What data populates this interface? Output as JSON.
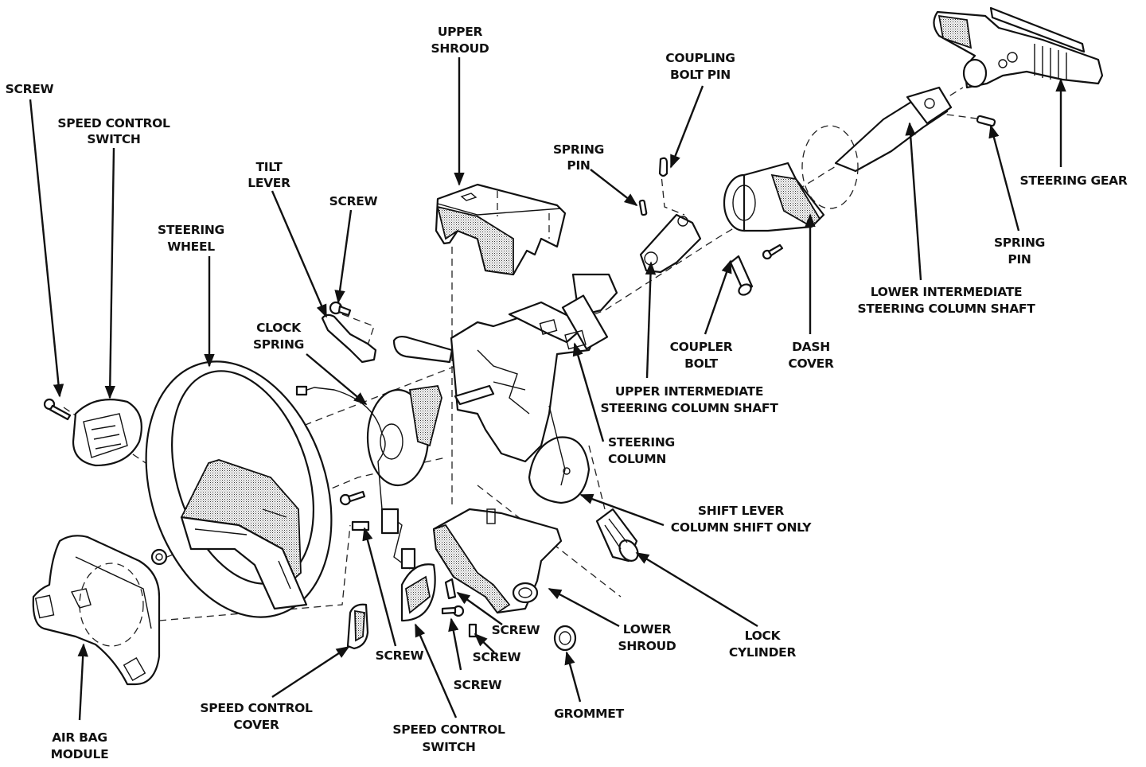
{
  "diagram": {
    "title": "Steering Column Exploded View",
    "labels": [
      {
        "id": "screw-left",
        "lines": [
          "SCREW"
        ]
      },
      {
        "id": "speed-control-switch-left",
        "lines": [
          "SPEED CONTROL",
          "SWITCH"
        ]
      },
      {
        "id": "steering-wheel",
        "lines": [
          "STEERING",
          "WHEEL"
        ]
      },
      {
        "id": "tilt-lever",
        "lines": [
          "TILT",
          "LEVER"
        ]
      },
      {
        "id": "screw-tilt",
        "lines": [
          "SCREW"
        ]
      },
      {
        "id": "upper-shroud",
        "lines": [
          "UPPER",
          "SHROUD"
        ]
      },
      {
        "id": "clock-spring",
        "lines": [
          "CLOCK",
          "SPRING"
        ]
      },
      {
        "id": "spring-pin-upper",
        "lines": [
          "SPRING",
          "PIN"
        ]
      },
      {
        "id": "coupling-bolt-pin",
        "lines": [
          "COUPLING",
          "BOLT PIN"
        ]
      },
      {
        "id": "steering-gear",
        "lines": [
          "STEERING GEAR"
        ]
      },
      {
        "id": "spring-pin-lower",
        "lines": [
          "SPRING",
          "PIN"
        ]
      },
      {
        "id": "lower-intermediate-shaft",
        "lines": [
          "LOWER INTERMEDIATE",
          "STEERING COLUMN  SHAFT"
        ]
      },
      {
        "id": "coupler-bolt",
        "lines": [
          "COUPLER",
          "BOLT"
        ]
      },
      {
        "id": "dash-cover",
        "lines": [
          "DASH",
          "COVER"
        ]
      },
      {
        "id": "upper-intermediate-shaft",
        "lines": [
          "UPPER INTERMEDIATE",
          "STEERING COLUMN  SHAFT"
        ]
      },
      {
        "id": "steering-column",
        "lines": [
          "STEERING",
          "COLUMN"
        ]
      },
      {
        "id": "shift-lever",
        "lines": [
          "SHIFT LEVER",
          "COLUMN  SHIFT ONLY"
        ]
      },
      {
        "id": "lock-cylinder",
        "lines": [
          "LOCK",
          "CYLINDER"
        ]
      },
      {
        "id": "lower-shroud",
        "lines": [
          "LOWER",
          "SHROUD"
        ]
      },
      {
        "id": "grommet",
        "lines": [
          "GROMMET"
        ]
      },
      {
        "id": "screw-a",
        "lines": [
          "SCREW"
        ]
      },
      {
        "id": "screw-b",
        "lines": [
          "SCREW"
        ]
      },
      {
        "id": "screw-c",
        "lines": [
          "SCREW"
        ]
      },
      {
        "id": "screw-d",
        "lines": [
          "SCREW"
        ]
      },
      {
        "id": "speed-control-switch-bottom",
        "lines": [
          "SPEED CONTROL",
          "SWITCH"
        ]
      },
      {
        "id": "speed-control-cover",
        "lines": [
          "SPEED CONTROL",
          "COVER"
        ]
      },
      {
        "id": "air-bag-module",
        "lines": [
          "AIR BAG",
          "MODULE"
        ]
      }
    ]
  }
}
